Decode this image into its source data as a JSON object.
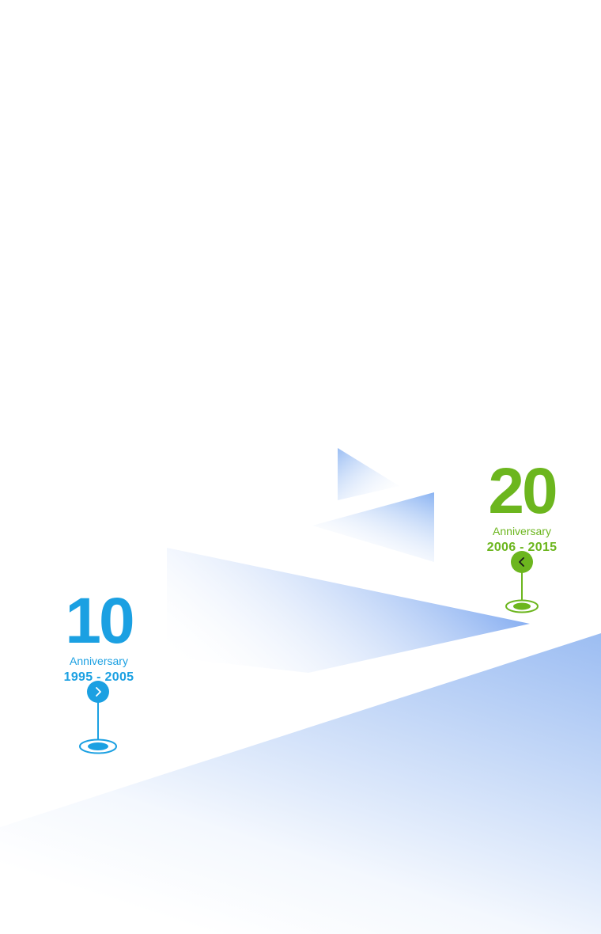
{
  "colors": {
    "blue": "#1ba0e2",
    "green": "#6cb61e",
    "shape_blue": "#7aa8f0"
  },
  "milestones": [
    {
      "number": "10",
      "label": "Anniversary",
      "years": "1995 - 2005",
      "nav_icon": "chevron-right-icon"
    },
    {
      "number": "20",
      "label": "Anniversary",
      "years": "2006 - 2015",
      "nav_icon": "chevron-left-icon"
    }
  ]
}
